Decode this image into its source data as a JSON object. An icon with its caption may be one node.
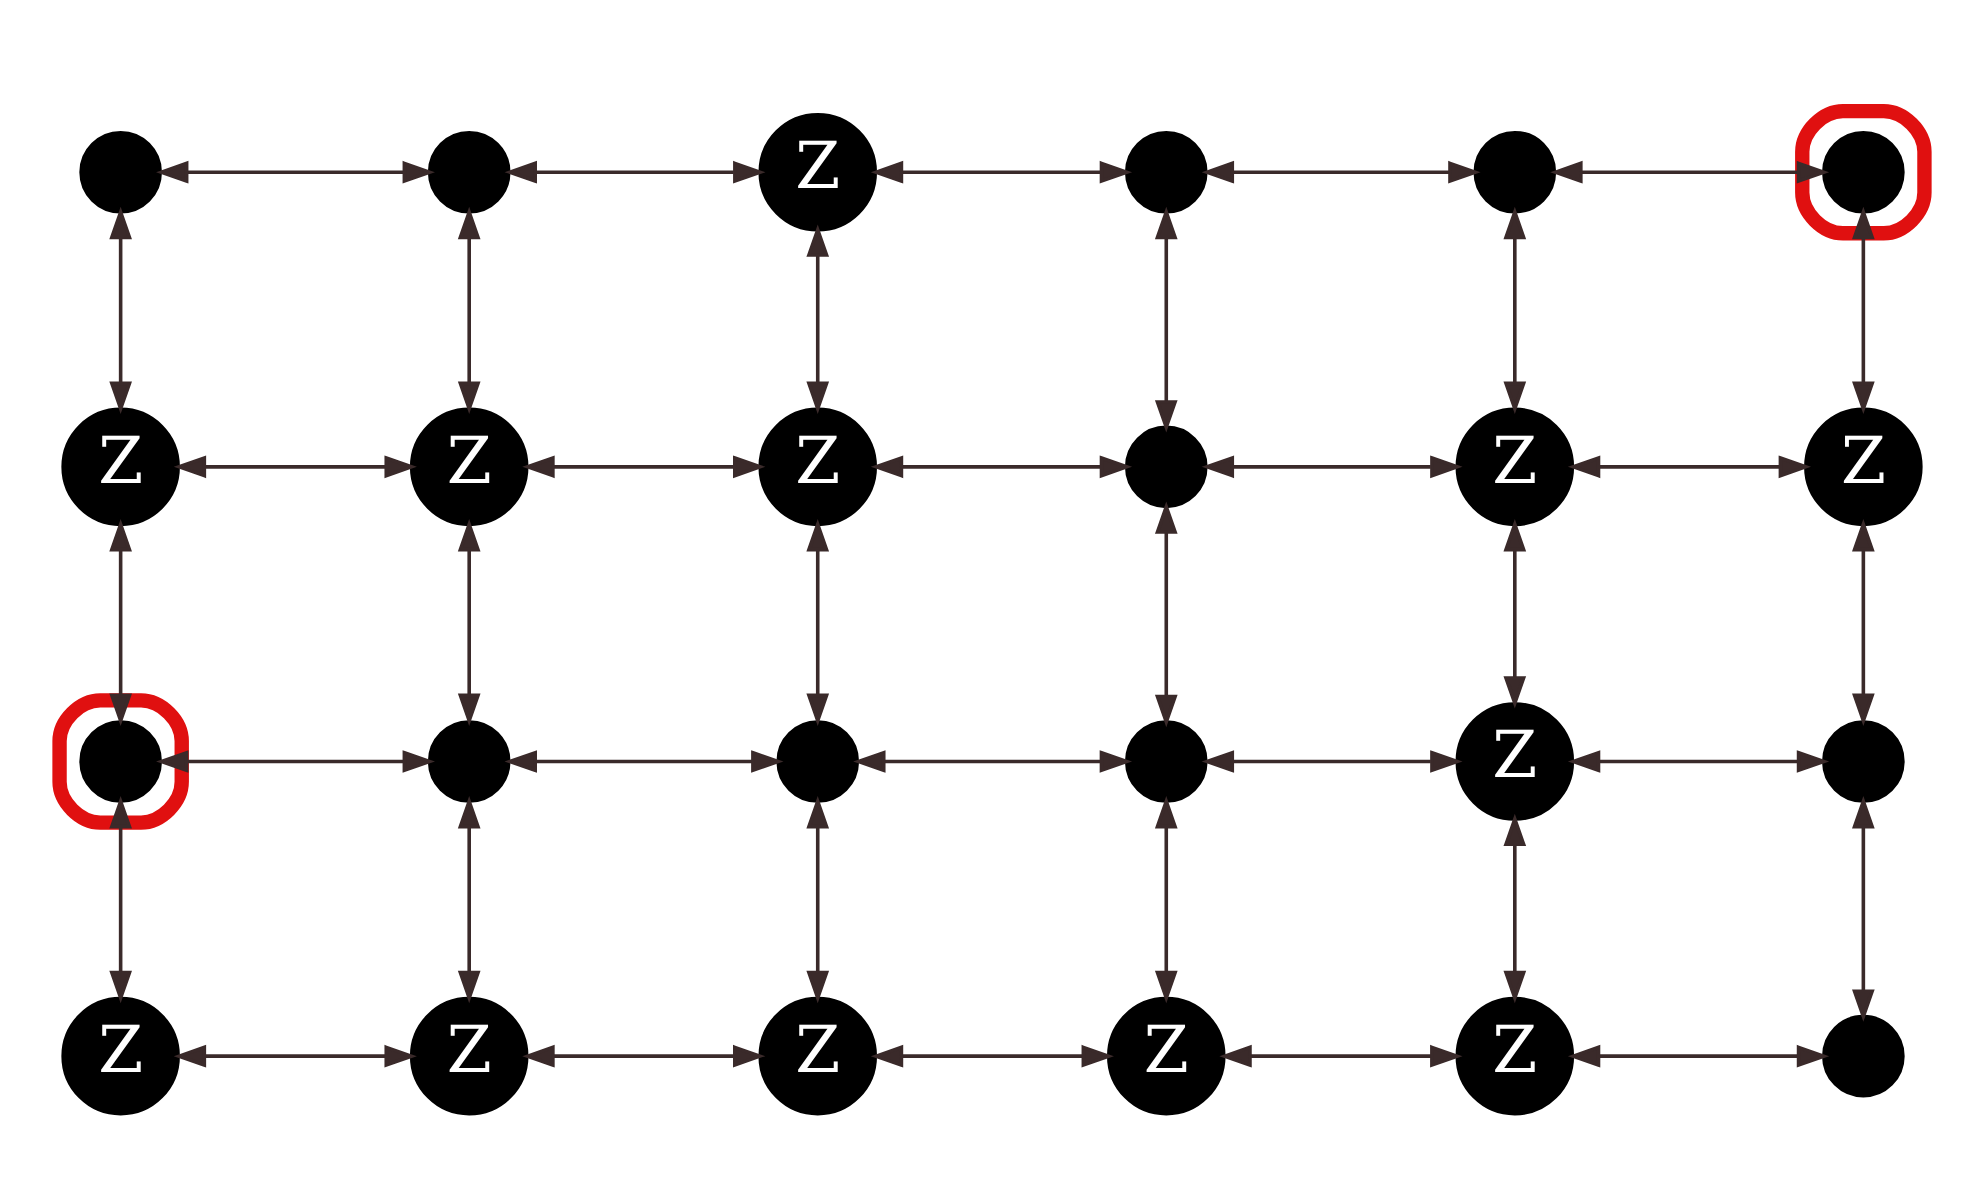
{
  "diagram": {
    "nodes": [
      {
        "text": [],
        "shape": "circle"
      },
      {
        "text": [],
        "shape": "circle"
      },
      {
        "text": [
          "Z"
        ]
      },
      {
        "text": [],
        "shape": "circle"
      },
      {
        "text": [],
        "shape": "circle"
      },
      {
        "text": [],
        "shape": "circle"
      },
      {
        "text": [],
        "shape": "circle",
        "in": 5
      },
      {
        "text": [
          "Z"
        ]
      },
      {
        "text": [
          "Z"
        ]
      },
      {
        "text": [
          "Z"
        ]
      },
      {
        "text": [],
        "shape": "circle"
      },
      {
        "text": [
          "Z"
        ]
      },
      {
        "text": [
          "Z"
        ]
      },
      {
        "text": [],
        "shape": "circle"
      },
      {
        "text": [],
        "shape": "circle",
        "in": 13
      },
      {
        "text": [],
        "shape": "circle"
      },
      {
        "text": [],
        "shape": "circle"
      },
      {
        "text": [],
        "shape": "circle"
      },
      {
        "text": [
          "Z"
        ]
      },
      {
        "text": [],
        "shape": "circle"
      },
      {
        "text": [
          "Z"
        ]
      },
      {
        "text": [
          "Z"
        ]
      },
      {
        "text": [
          "Z"
        ]
      },
      {
        "text": [
          "Z"
        ]
      },
      {
        "text": [
          "Z"
        ]
      },
      {
        "text": [],
        "shape": "circle"
      }
    ],
    "edges": [
      {
        "from": 0,
        "to": 1,
        "arrow": "both"
      },
      {
        "from": 1,
        "to": 2,
        "arrow": "both"
      },
      {
        "from": 2,
        "to": 3,
        "arrow": "both"
      },
      {
        "from": 3,
        "to": 4,
        "arrow": "both"
      },
      {
        "from": 4,
        "to": 6,
        "arrow": "both"
      },
      {
        "from": 7,
        "to": 8,
        "arrow": "both"
      },
      {
        "from": 8,
        "to": 9,
        "arrow": "both"
      },
      {
        "from": 9,
        "to": 10,
        "arrow": "both"
      },
      {
        "from": 10,
        "to": 11,
        "arrow": "both"
      },
      {
        "from": 11,
        "to": 12,
        "arrow": "both"
      },
      {
        "from": 14,
        "to": 15,
        "arrow": "both"
      },
      {
        "from": 15,
        "to": 16,
        "arrow": "both"
      },
      {
        "from": 16,
        "to": 17,
        "arrow": "both"
      },
      {
        "from": 17,
        "to": 18,
        "arrow": "both"
      },
      {
        "from": 18,
        "to": 19,
        "arrow": "both"
      },
      {
        "from": 20,
        "to": 21,
        "arrow": "both"
      },
      {
        "from": 21,
        "to": 22,
        "arrow": "both"
      },
      {
        "from": 22,
        "to": 23,
        "arrow": "both"
      },
      {
        "from": 23,
        "to": 24,
        "arrow": "both"
      },
      {
        "from": 24,
        "to": 25,
        "arrow": "both"
      },
      {
        "from": 0,
        "to": 7,
        "arrow": "both"
      },
      {
        "from": 7,
        "to": 14,
        "arrow": "both"
      },
      {
        "from": 14,
        "to": 20,
        "arrow": "both"
      },
      {
        "from": 1,
        "to": 8,
        "arrow": "both"
      },
      {
        "from": 8,
        "to": 15,
        "arrow": "both"
      },
      {
        "from": 15,
        "to": 21,
        "arrow": "both"
      },
      {
        "from": 2,
        "to": 9,
        "arrow": "both"
      },
      {
        "from": 9,
        "to": 16,
        "arrow": "both"
      },
      {
        "from": 16,
        "to": 22,
        "arrow": "both"
      },
      {
        "from": 3,
        "to": 10,
        "arrow": "both"
      },
      {
        "from": 10,
        "to": 17,
        "arrow": "both"
      },
      {
        "from": 17,
        "to": 23,
        "arrow": "both"
      },
      {
        "from": 4,
        "to": 11,
        "arrow": "both"
      },
      {
        "from": 11,
        "to": 18,
        "arrow": "both"
      },
      {
        "from": 18,
        "to": 24,
        "arrow": "both"
      },
      {
        "from": 6,
        "to": 12,
        "arrow": "both"
      },
      {
        "from": 12,
        "to": 19,
        "arrow": "both"
      },
      {
        "from": 19,
        "to": 25,
        "arrow": "both"
      }
    ]
  }
}
